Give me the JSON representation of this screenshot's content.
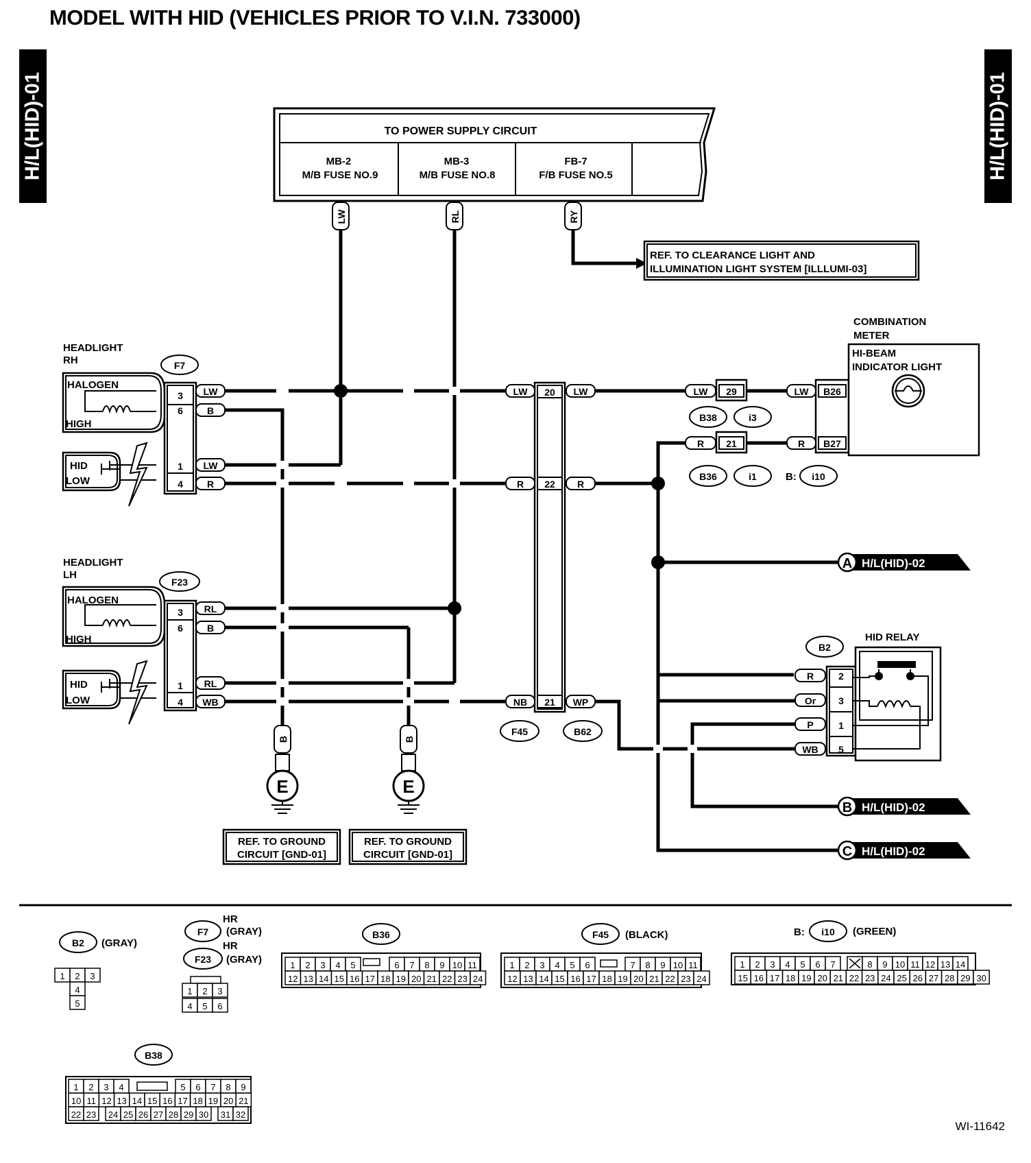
{
  "title": "MODEL WITH HID (VEHICLES PRIOR TO V.I.N. 733000)",
  "side_tab": "H/L(HID)-01",
  "figure_id": "WI-11642",
  "power": {
    "header": "TO POWER SUPPLY CIRCUIT",
    "fuses": [
      {
        "line1": "MB-2",
        "line2": "M/B FUSE NO.9"
      },
      {
        "line1": "MB-3",
        "line2": "M/B FUSE NO.8"
      },
      {
        "line1": "FB-7",
        "line2": "F/B FUSE NO.5"
      }
    ]
  },
  "wires": {
    "lw": "LW",
    "rl": "RL",
    "ry": "RY",
    "b": "B",
    "r": "R",
    "nb": "NB",
    "wp": "WP",
    "wb": "WB",
    "or": "Or",
    "p": "P"
  },
  "ref_clearance": {
    "line1": "REF. TO CLEARANCE LIGHT AND",
    "line2": "ILLUMINATION LIGHT SYSTEM [ILLLUMI-03]"
  },
  "ref_ground": {
    "line1": "REF. TO GROUND",
    "line2": "CIRCUIT [GND-01]"
  },
  "headlight_rh": {
    "line1": "HEADLIGHT",
    "line2": "RH"
  },
  "headlight_lh": {
    "line1": "HEADLIGHT",
    "line2": "LH"
  },
  "halogen": "HALOGEN",
  "high": "HIGH",
  "hid": "HID",
  "low": "LOW",
  "combination_meter": {
    "line1": "COMBINATION",
    "line2": "METER"
  },
  "hibeam": {
    "line1": "HI-BEAM",
    "line2": "INDICATOR LIGHT"
  },
  "hid_relay": "HID RELAY",
  "ground_symbol": "E",
  "connectors": {
    "f7": "F7",
    "f23": "F23",
    "f45": "F45",
    "b62": "B62",
    "b38": "B38",
    "i3": "i3",
    "b36": "B36",
    "i1": "i1",
    "b2": "B2",
    "i10": "i10",
    "b_prefix": "B:"
  },
  "pins": {
    "headlight": {
      "p3": "3",
      "p6": "6",
      "p1": "1",
      "p4": "4"
    },
    "joint": {
      "p20": "20",
      "p22": "22",
      "p21": "21"
    },
    "meter": {
      "p29": "29",
      "p21": "21",
      "b26": "B26",
      "b27": "B27"
    },
    "relay": {
      "p2": "2",
      "p3": "3",
      "p1": "1",
      "p5": "5"
    }
  },
  "offpage": {
    "a": "A",
    "b": "B",
    "c": "C",
    "label": "H/L(HID)-02"
  },
  "legend": {
    "b2": {
      "name": "B2",
      "color": "(GRAY)"
    },
    "f7": {
      "name": "F7",
      "note": "HR",
      "color": "(GRAY)"
    },
    "f23": {
      "name": "F23",
      "note": "HR",
      "color": "(GRAY)"
    },
    "b36": {
      "name": "B36"
    },
    "f45": {
      "name": "F45",
      "color": "(BLACK)"
    },
    "i10": {
      "prefix": "B:",
      "name": "i10",
      "color": "(GREEN)"
    },
    "b38": {
      "name": "B38"
    }
  }
}
